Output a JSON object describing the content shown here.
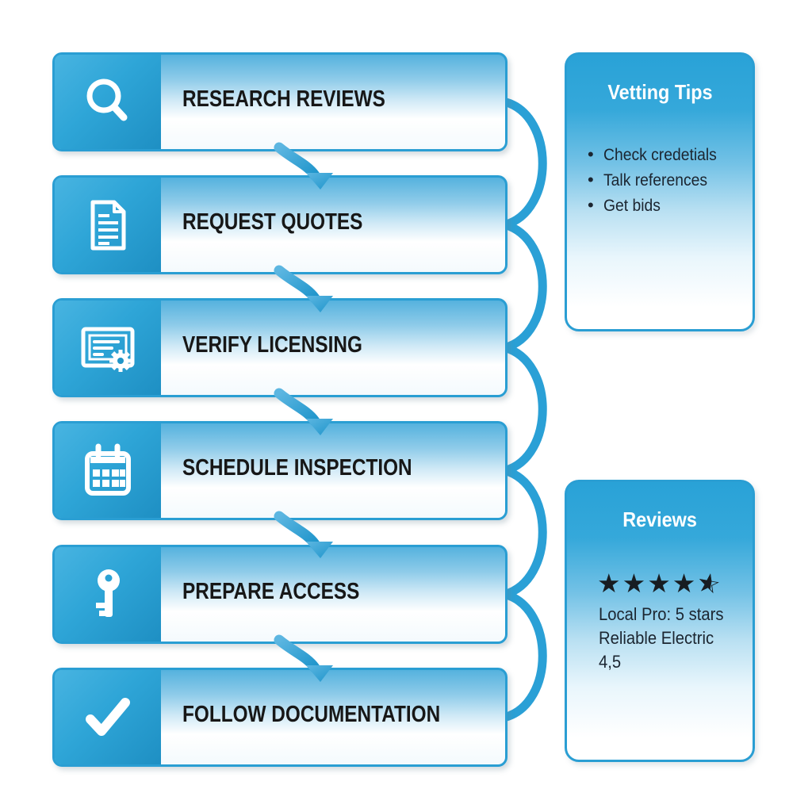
{
  "flow": {
    "steps": [
      {
        "label": "RESEARCH REVIEWS",
        "icon": "search-icon"
      },
      {
        "label": "REQUEST QUOTES",
        "icon": "document-icon"
      },
      {
        "label": "VERIFY LICENSING",
        "icon": "certificate-icon"
      },
      {
        "label": "SCHEDULE INSPECTION",
        "icon": "calendar-icon"
      },
      {
        "label": "PREPARE ACCESS",
        "icon": "key-icon"
      },
      {
        "label": "FOLLOW DOCUMENTATION",
        "icon": "check-icon"
      }
    ]
  },
  "tips_panel": {
    "title": "Vetting Tips",
    "bullet": "•",
    "items": [
      "Check credetials",
      "Talk references",
      "Get bids"
    ]
  },
  "reviews_panel": {
    "title": "Reviews",
    "rating": 4.5,
    "lines": [
      "Local Pro: 5 stars",
      "Reliable Electric",
      "4,5"
    ]
  },
  "icons": {
    "star_full": "★",
    "star_outline": "☆"
  },
  "colors": {
    "accent": "#2aa0d6",
    "border-blue": "#2a9ed3",
    "text-dark": "#171717",
    "panel-text": "#1b2530"
  }
}
